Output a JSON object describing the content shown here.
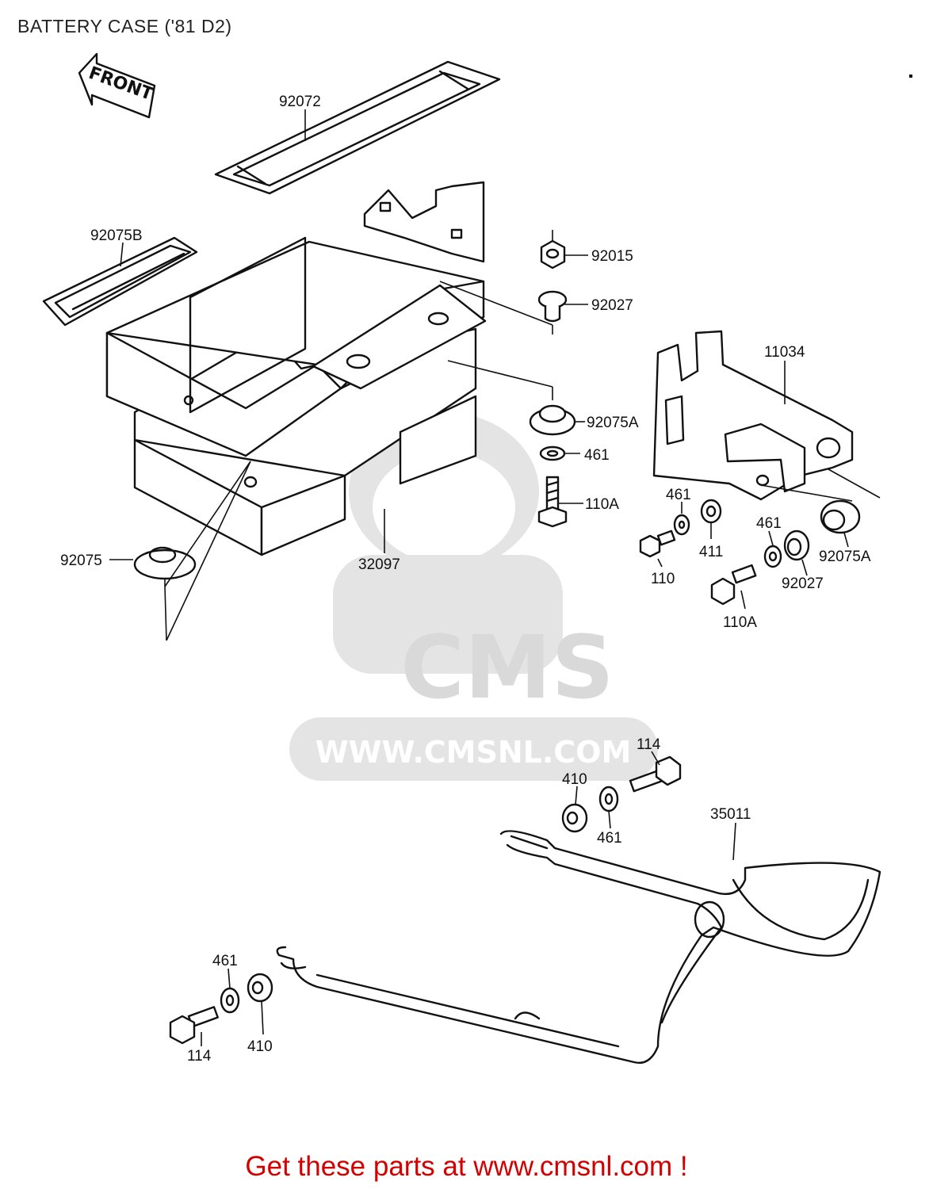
{
  "header": {
    "title": "BATTERY CASE ('81 D2)"
  },
  "front_arrow": {
    "label": "FRONT"
  },
  "watermark": {
    "brand": "CMS",
    "url": "WWW.CMSNL.COM"
  },
  "parts": [
    {
      "id": "p92072",
      "label": "92072"
    },
    {
      "id": "p92075B",
      "label": "92075B"
    },
    {
      "id": "p92015",
      "label": "92015"
    },
    {
      "id": "p92027a",
      "label": "92027"
    },
    {
      "id": "p11034",
      "label": "11034"
    },
    {
      "id": "p92075Aa",
      "label": "92075A"
    },
    {
      "id": "p461a",
      "label": "461"
    },
    {
      "id": "p110Aa",
      "label": "110A"
    },
    {
      "id": "p461b",
      "label": "461"
    },
    {
      "id": "p461c",
      "label": "461"
    },
    {
      "id": "p411",
      "label": "411"
    },
    {
      "id": "p92075Ab",
      "label": "92075A"
    },
    {
      "id": "p110",
      "label": "110"
    },
    {
      "id": "p92027b",
      "label": "92027"
    },
    {
      "id": "p110Ab",
      "label": "110A"
    },
    {
      "id": "p92075",
      "label": "92075"
    },
    {
      "id": "p32097",
      "label": "32097"
    },
    {
      "id": "p114a",
      "label": "114"
    },
    {
      "id": "p410a",
      "label": "410"
    },
    {
      "id": "p461d",
      "label": "461"
    },
    {
      "id": "p35011",
      "label": "35011"
    },
    {
      "id": "p461e",
      "label": "461"
    },
    {
      "id": "p114b",
      "label": "114"
    },
    {
      "id": "p410b",
      "label": "410"
    }
  ],
  "footer": {
    "cta": "Get these parts at www.cmsnl.com !"
  }
}
